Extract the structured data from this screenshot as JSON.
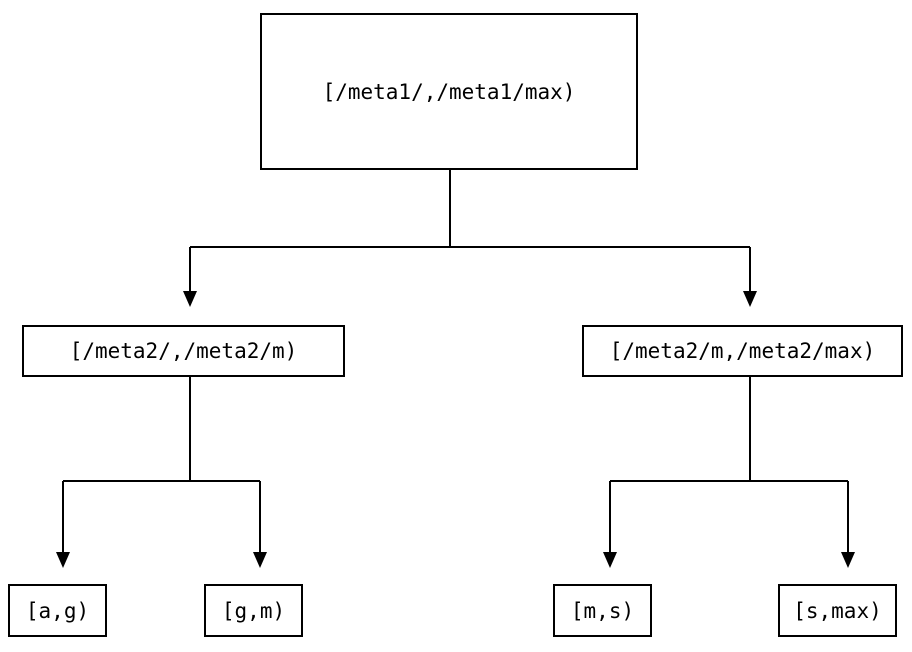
{
  "diagram": {
    "background_color": "#ffffff",
    "line_color": "#000000",
    "tree": {
      "root": {
        "label": "[/meta1/,/meta1/max)",
        "children": [
          {
            "label": "[/meta2/,/meta2/m)",
            "children": [
              {
                "label": "[a,g)"
              },
              {
                "label": "[g,m)"
              }
            ]
          },
          {
            "label": "[/meta2/m,/meta2/max)",
            "children": [
              {
                "label": "[m,s)"
              },
              {
                "label": "[s,max)"
              }
            ]
          }
        ]
      }
    }
  }
}
